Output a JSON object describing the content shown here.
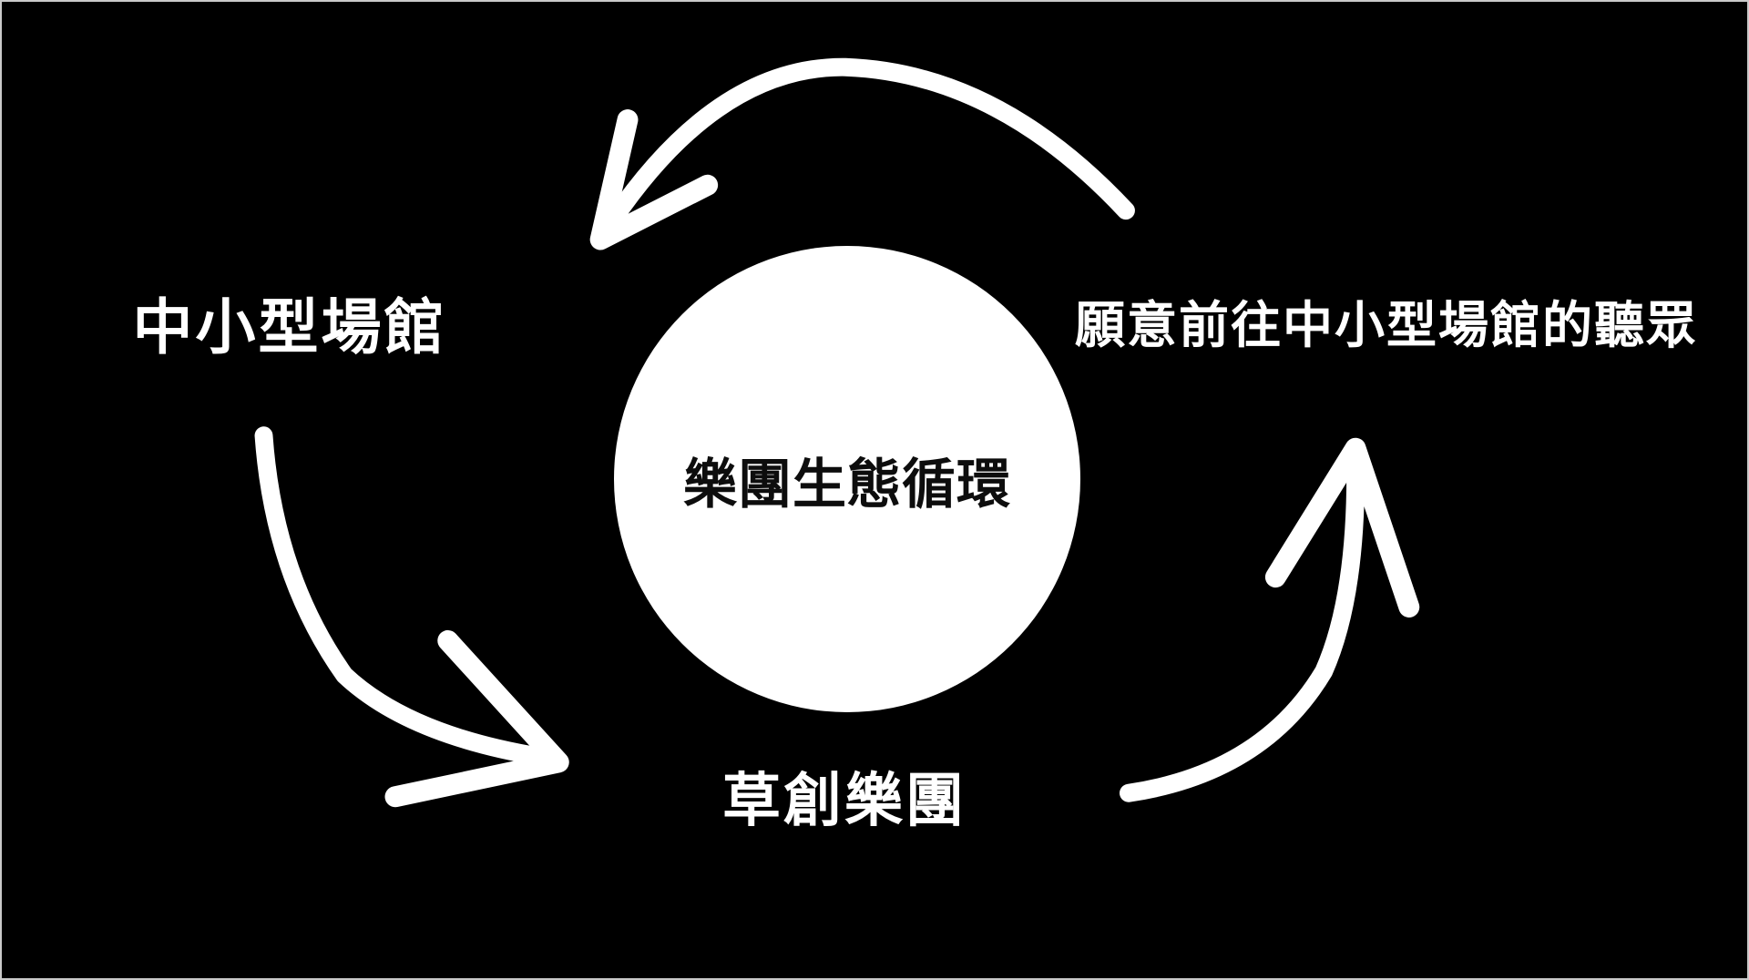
{
  "diagram": {
    "type": "cycle",
    "background_color": "#000000",
    "foreground_color": "#ffffff",
    "border_color": "#c9c9c9",
    "center": {
      "label": "樂團生態循環"
    },
    "nodes": [
      {
        "id": "venues",
        "label": "中小型場館",
        "position": "top-left"
      },
      {
        "id": "audience",
        "label": "願意前往中小型場館的聽眾",
        "position": "top-right"
      },
      {
        "id": "bands",
        "label": "草創樂團",
        "position": "bottom"
      }
    ],
    "arrows": [
      {
        "id": "audience-to-venues",
        "from": "願意前往中小型場館的聽眾",
        "to": "中小型場館",
        "description": "top arc, arrowhead pointing down-left"
      },
      {
        "id": "venues-to-bands",
        "from": "中小型場館",
        "to": "草創樂團",
        "description": "left arc, arrowhead pointing down-right"
      },
      {
        "id": "bands-to-audience",
        "from": "草創樂團",
        "to": "願意前往中小型場館的聽眾",
        "description": "right arc, arrowhead pointing up"
      }
    ]
  }
}
